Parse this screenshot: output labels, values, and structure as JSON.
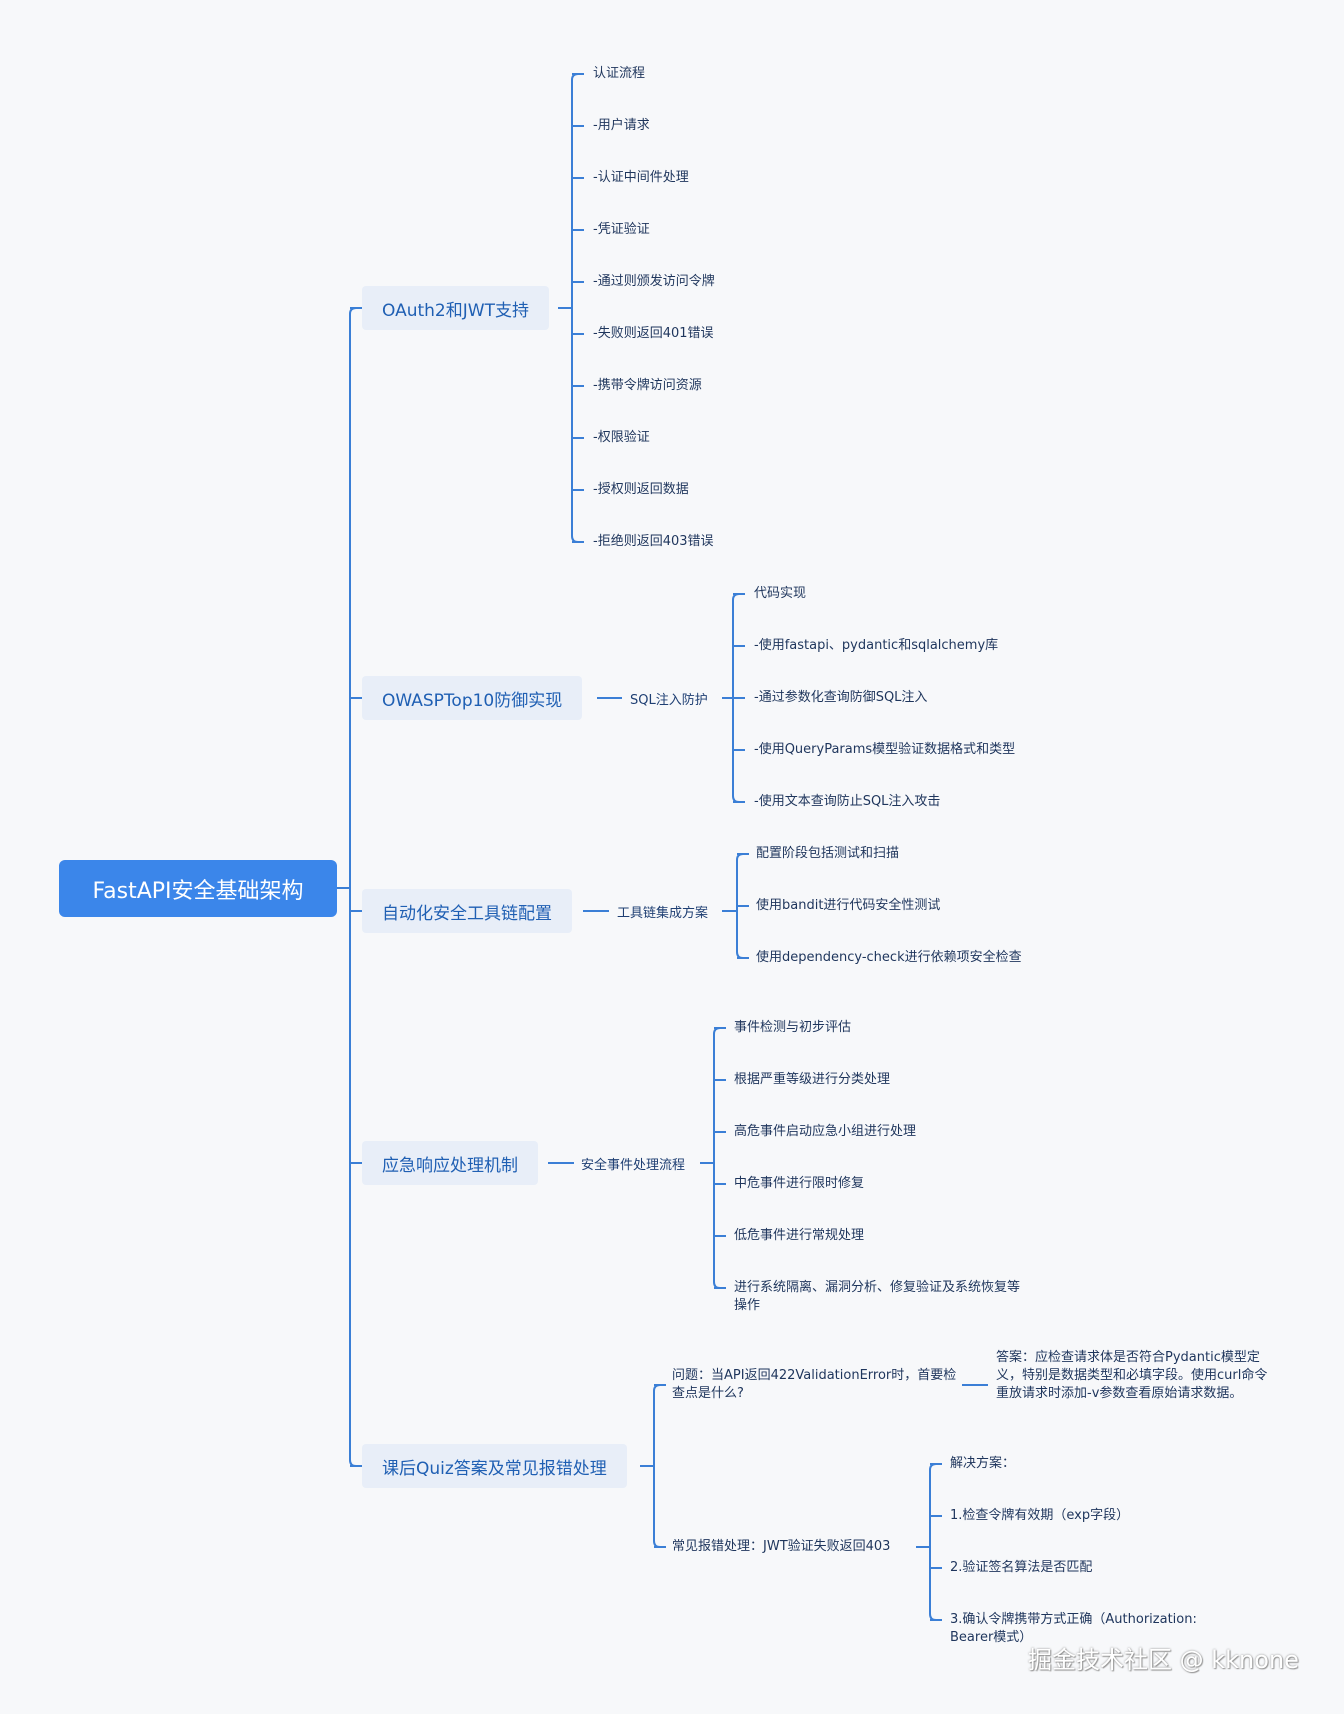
{
  "root": {
    "label": "FastAPI安全基础架构"
  },
  "branches": {
    "oauth": {
      "label": "OAuth2和JWT支持",
      "items": [
        "认证流程",
        "-用户请求",
        "-认证中间件处理",
        "-凭证验证",
        "-通过则颁发访问令牌",
        "-失败则返回401错误",
        "-携带令牌访问资源",
        "-权限验证",
        "-授权则返回数据",
        "-拒绝则返回403错误"
      ]
    },
    "owasp": {
      "label": "OWASPTop10防御实现",
      "mid": "SQL注入防护",
      "items": [
        "代码实现",
        "-使用fastapi、pydantic和sqlalchemy库",
        "-通过参数化查询防御SQL注入",
        "-使用QueryParams模型验证数据格式和类型",
        "-使用文本查询防止SQL注入攻击"
      ]
    },
    "tools": {
      "label": "自动化安全工具链配置",
      "mid": "工具链集成方案",
      "items": [
        "配置阶段包括测试和扫描",
        "使用bandit进行代码安全性测试",
        "使用dependency-check进行依赖项安全检查"
      ]
    },
    "incident": {
      "label": "应急响应处理机制",
      "mid": "安全事件处理流程",
      "items": [
        "事件检测与初步评估",
        "根据严重等级进行分类处理",
        "高危事件启动应急小组进行处理",
        "中危事件进行限时修复",
        "低危事件进行常规处理",
        "进行系统隔离、漏洞分析、修复验证及系统恢复等操作"
      ]
    },
    "quiz": {
      "label": "课后Quiz答案及常见报错处理",
      "question": "问题：当API返回422ValidationError时，首要检查点是什么?",
      "answer": "答案：应检查请求体是否符合Pydantic模型定义，特别是数据类型和必填字段。使用curl命令重放请求时添加-v参数查看原始请求数据。",
      "error": "常见报错处理：JWT验证失败返回403",
      "solutions": [
        "解决方案：",
        "1.检查令牌有效期（exp字段）",
        "2.验证签名算法是否匹配",
        "3.确认令牌携带方式正确（Authorization: Bearer模式）"
      ]
    }
  },
  "watermark": "掘金技术社区 @ kknone",
  "colors": {
    "line": "#3b7fd6",
    "root_fill": "#3b86ea",
    "branch_fill": "#e8eef8",
    "branch_text": "#1f5fb3",
    "leaf_text": "#1e355c"
  }
}
